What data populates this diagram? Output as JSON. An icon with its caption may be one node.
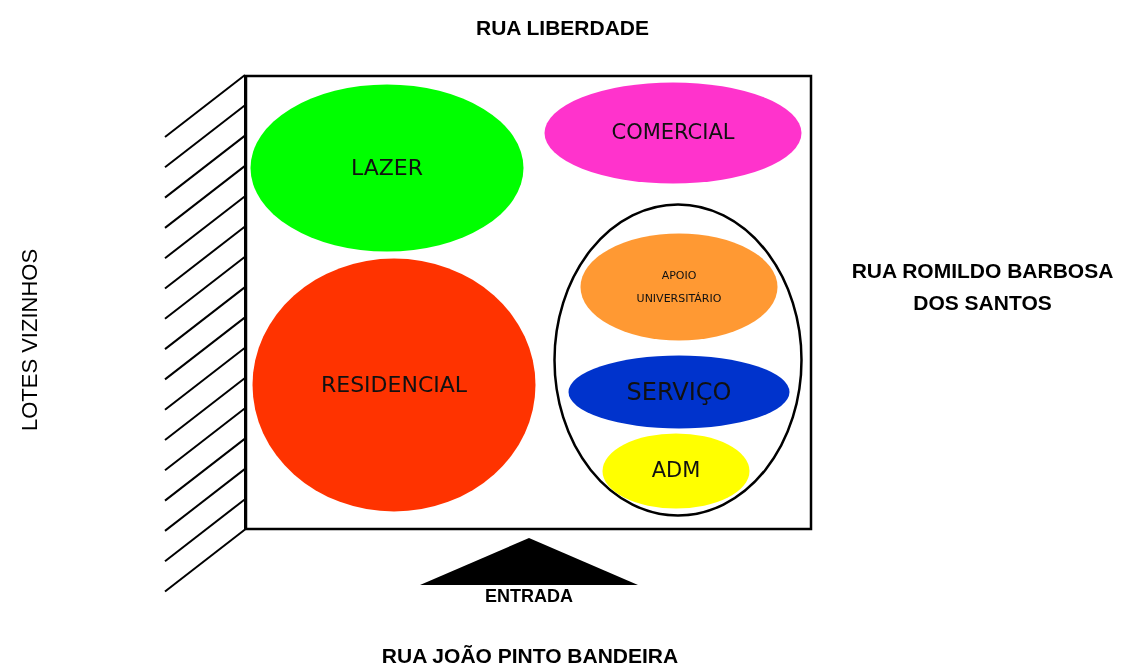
{
  "diagram": {
    "nodes": [
      {
        "text": [],
        "shape": "box"
      },
      {
        "text": [
          "LAZER"
        ],
        "in": 0
      },
      {
        "text": [
          "COMERCIAL"
        ],
        "in": 0
      },
      {
        "text": [
          "RESIDENCIAL"
        ],
        "in": 0
      },
      {
        "text": [],
        "shape": "circle",
        "in": 0
      },
      {
        "text": [
          "APOIO UNIVERSITÁRIO"
        ],
        "in": 4
      },
      {
        "text": [
          "SERVIÇO"
        ],
        "in": 4
      },
      {
        "text": [
          "ADM"
        ],
        "in": 4
      },
      {
        "text": [],
        "shape": "triangle",
        "beside": [
          "ENTRADA"
        ]
      }
    ],
    "edges": [],
    "labels": [
      "RUA LIBERDADE",
      "LOTES VIZINHOS",
      "RUA ROMILDO BARBOSA DOS SANTOS",
      "RUA JOÃO PINTO BANDEIRA"
    ]
  }
}
